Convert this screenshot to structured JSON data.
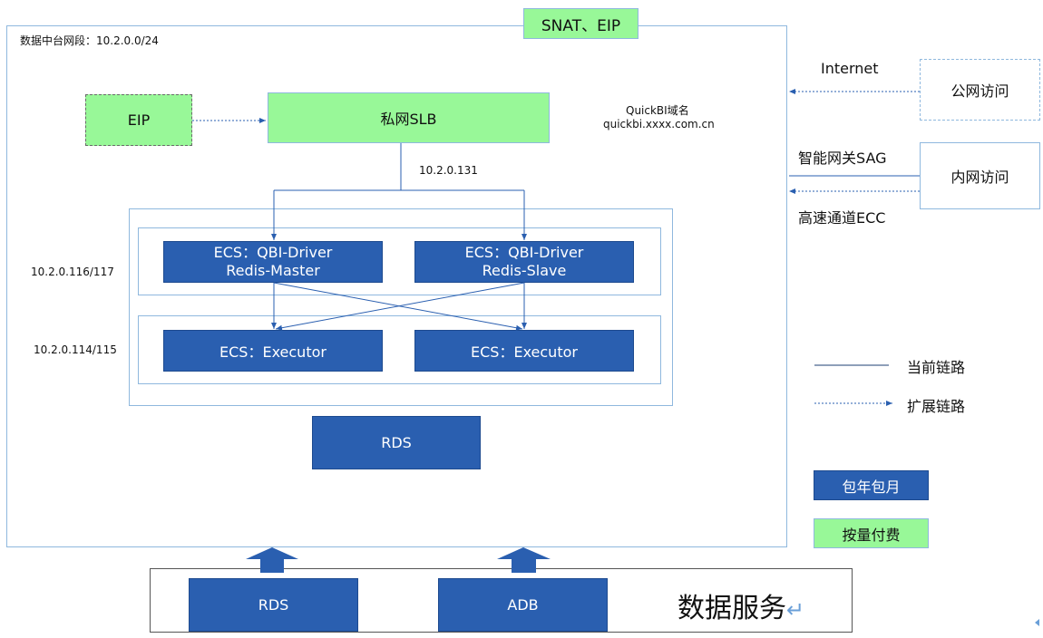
{
  "vpc": {
    "label": "数据中台网段：10.2.0.0/24",
    "snat": "SNAT、EIP"
  },
  "eip": "EIP",
  "slb": {
    "label": "私网SLB",
    "ip": "10.2.0.131"
  },
  "quickbi": {
    "title": "QuickBI域名",
    "domain": "quickbi.xxxx.com.cn"
  },
  "ip_driver": "10.2.0.116/117",
  "ip_executor": "10.2.0.114/115",
  "drivers": [
    {
      "line1": "ECS：QBI-Driver",
      "line2": "Redis-Master"
    },
    {
      "line1": "ECS：QBI-Driver",
      "line2": "Redis-Slave"
    }
  ],
  "executors": [
    "ECS：Executor",
    "ECS：Executor"
  ],
  "rds": "RDS",
  "access": {
    "internet_label": "Internet",
    "public": "公网访问",
    "sag_label": "智能网关SAG",
    "private": "内网访问",
    "ecc_label": "高速通道ECC"
  },
  "legend": {
    "current": "当前链路",
    "extended": "扩展链路",
    "prepaid": "包年包月",
    "payg": "按量付费"
  },
  "data_service": {
    "rds": "RDS",
    "adb": "ADB",
    "label": "数据服务",
    "return_glyph": "↵"
  },
  "colors": {
    "blue": "#2a5fb0",
    "green": "#98f898",
    "border": "#8fb8de",
    "line": "#2a5fb0"
  }
}
